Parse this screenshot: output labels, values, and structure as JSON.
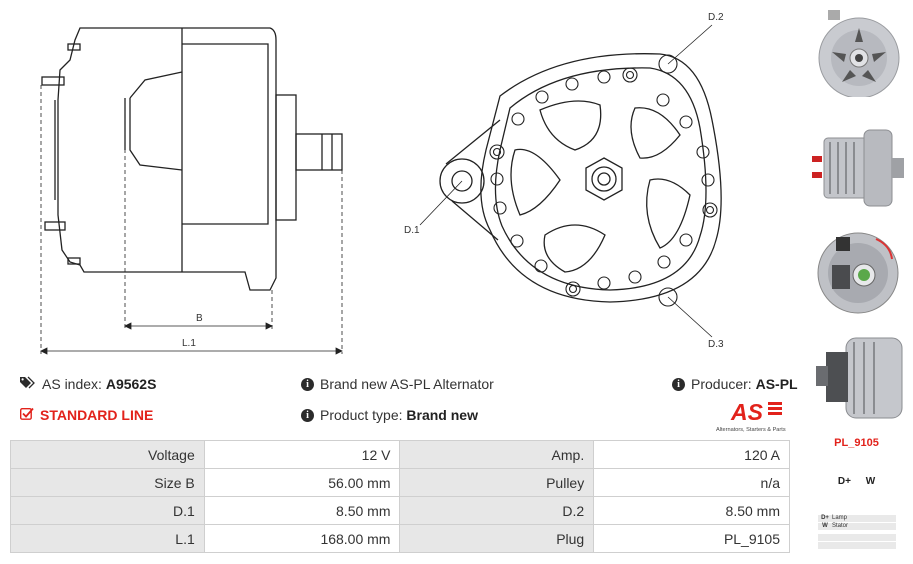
{
  "drawing": {
    "labels": {
      "b": "B",
      "l1": "L.1",
      "d1": "D.1",
      "d2": "D.2",
      "d3": "D.3"
    }
  },
  "info": {
    "as_index_label": "AS index:",
    "as_index_value": "A9562S",
    "standard_line": "STANDARD LINE",
    "brand_text": "Brand new AS-PL Alternator",
    "product_type_label": "Product type:",
    "product_type_value": "Brand new",
    "producer_label": "Producer:",
    "producer_value": "AS-PL"
  },
  "logo": {
    "mark": "AS",
    "tagline": "Alternators, Starters & Parts"
  },
  "specs": [
    {
      "k1": "Voltage",
      "v1": "12 V",
      "k2": "Amp.",
      "v2": "120 A"
    },
    {
      "k1": "Size B",
      "v1": "56.00 mm",
      "k2": "Pulley",
      "v2": "n/a"
    },
    {
      "k1": "D.1",
      "v1": "8.50 mm",
      "k2": "D.2",
      "v2": "8.50 mm"
    },
    {
      "k1": "L.1",
      "v1": "168.00 mm",
      "k2": "Plug",
      "v2": "PL_9105"
    }
  ],
  "plug": {
    "code": "PL_9105",
    "pin1": "D+",
    "pin2": "W",
    "legend": [
      {
        "k": "D+",
        "v": "Lamp"
      },
      {
        "k": "W",
        "v": "Stator"
      }
    ]
  },
  "colors": {
    "accent_red": "#e2221b",
    "table_key_bg": "#e7e7e7",
    "border": "#cfcfcf"
  },
  "icons": {
    "tags": "tags-icon",
    "check": "check-square-icon",
    "info": "info-circle-icon"
  }
}
